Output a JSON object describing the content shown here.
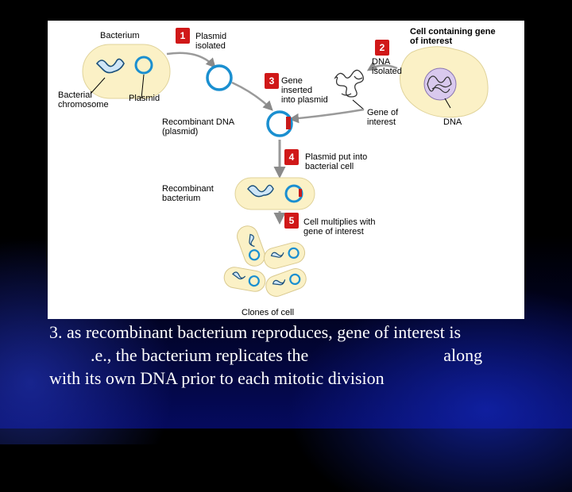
{
  "labels": {
    "bacterium": "Bacterium",
    "bacterial_chromosome": "Bacterial\nchromosome",
    "plasmid": "Plasmid",
    "plasmid_isolated": "Plasmid\nisolated",
    "cell_containing_gene": "Cell containing gene\nof interest",
    "dna_isolated": "DNA\nisolated",
    "gene_inserted": "Gene\ninserted\ninto plasmid",
    "gene_of_interest": "Gene of\ninterest",
    "dna": "DNA",
    "recombinant_dna": "Recombinant DNA\n(plasmid)",
    "plasmid_put_into": "Plasmid put into\nbacterial cell",
    "recombinant_bacterium": "Recombinant\nbacterium",
    "cell_multiplies": "Cell multiplies with\ngene of interest",
    "clones_of_cell": "Clones of cell"
  },
  "steps": [
    "1",
    "2",
    "3",
    "4",
    "5"
  ],
  "caption": {
    "line1": "3. as recombinant bacterium reproduces, gene of interest is",
    "line2_part1": ".e., the bacterium replicates the",
    "line2_part2": "along",
    "line3": "with its own DNA prior to each mitotic division"
  },
  "colors": {
    "cell_fill": "#fbf1c6",
    "plasmid": "#1a8fd0",
    "step_badge": "#d01818",
    "gene": "#c81a1a",
    "caption_text": "#ffffff"
  }
}
